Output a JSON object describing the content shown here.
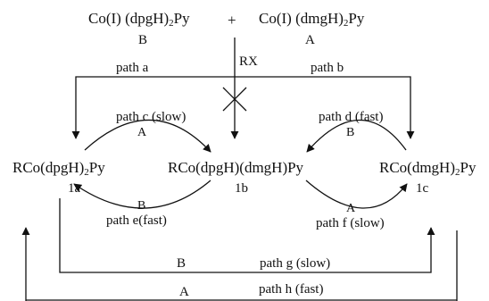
{
  "reagents": {
    "left": {
      "prefix": "Co(I) (dpgH)",
      "sub": "2",
      "suffix": "Py",
      "marker": "B"
    },
    "right": {
      "prefix": "Co(I) (dmgH)",
      "sub": "2",
      "suffix": "Py",
      "marker": "A"
    },
    "plus": "+",
    "reagent_label": "RX"
  },
  "products": {
    "p1a": {
      "prefix": "RCo(dpgH)",
      "sub": "2",
      "suffix": "Py",
      "label": "1a"
    },
    "p1b": {
      "text": "RCo(dpgH)(dmgH)Py",
      "label": "1b"
    },
    "p1c": {
      "prefix": "RCo(dmgH)",
      "sub": "2",
      "suffix": "Py",
      "label": "1c"
    }
  },
  "paths": {
    "a": {
      "label": "path a"
    },
    "b": {
      "label": "path b"
    },
    "c": {
      "label": "path c (slow)",
      "reagent": "A"
    },
    "d": {
      "label": "path d (fast)",
      "reagent": "B"
    },
    "e": {
      "label": "path e(fast)",
      "reagent": "B"
    },
    "f": {
      "label": "path f (slow)",
      "reagent": "A"
    },
    "g": {
      "label": "path g  (slow)",
      "reagent": "B"
    },
    "h": {
      "label": "path h  (fast)",
      "reagent": "A"
    }
  },
  "colors": {
    "ink": "#111111",
    "background": "#ffffff"
  }
}
